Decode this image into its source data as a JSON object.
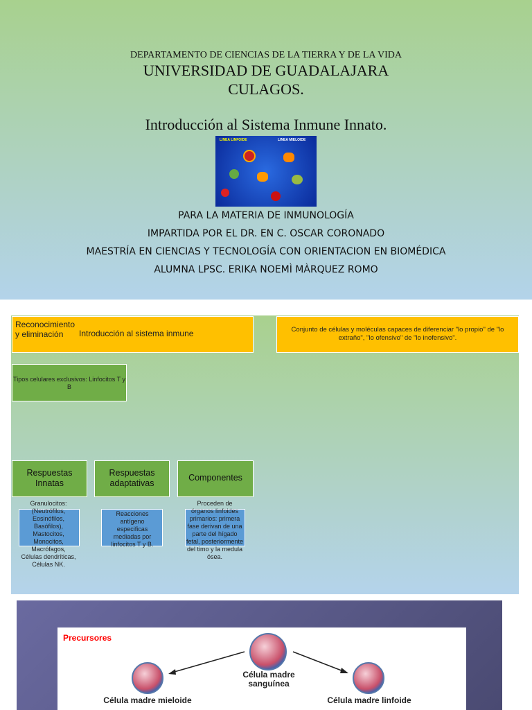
{
  "slide1": {
    "department": "DEPARTAMENTO DE CIENCIAS DE LA TIERRA Y DE LA VIDA",
    "university": "UNIVERSIDAD DE GUADALAJARA",
    "campus": "CULAGOS.",
    "title": "Introducción al Sistema Inmune Innato.",
    "image_labels": [
      "LINEA LINFOIDE",
      "LINEA MIELOIDE"
    ],
    "lines": [
      "PARA LA MATERIA DE INMUNOLOGÍA",
      "IMPARTIDA POR EL DR. EN C. OSCAR CORONADO",
      "MAESTRÍA EN CIENCIAS Y TECNOLOGÍA CON ORIENTACION EN BIOMÉDICA",
      "ALUMNA LPSC. ERIKA NOEMÌ MÀRQUEZ ROMO"
    ]
  },
  "slide2": {
    "box1_small": "Reconocimiento y eliminación",
    "box1_title": "Introducción al sistema inmune",
    "box2": "Conjunto de células y moléculas capaces de diferenciar \"lo propio\" de \"lo extraño\", \"lo ofensivo\" de \"lo inofensivo\".",
    "tipos": "Tipos celulares exclusivos: Linfocitos T y B",
    "columns": [
      {
        "header": "Respuestas Innatas",
        "text": "Granulocitos: (Neutrófilos, Eosinófilos, Basófilos), Mastocitos, Monocitos, Macrófagos, Células dendríticas, Células NK."
      },
      {
        "header": "Respuestas adaptativas",
        "text": "Reacciones antígeno especificas mediadas por linfocitos T y B."
      },
      {
        "header": "Componentes",
        "text": "Proceden de órganos linfoides primarios: primera fase derivan de una parte del hígado fetal, posteriormente del timo y la medula ósea."
      }
    ]
  },
  "slide3": {
    "title": "Precursores",
    "center": "Célula madre sanguínea",
    "left": "Célula madre mieloide",
    "right": "Célula madre linfoide"
  }
}
